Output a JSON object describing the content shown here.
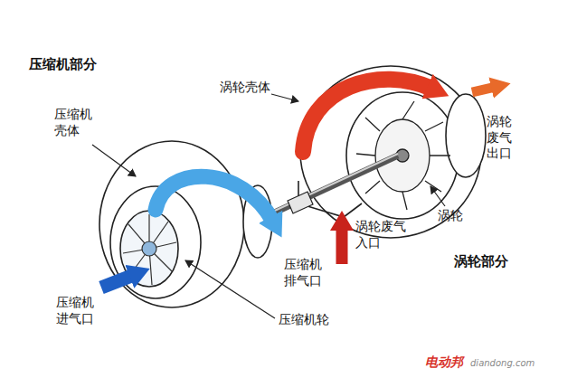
{
  "diagram": {
    "labels": [
      "压缩机部分",
      "涡轮壳体",
      "压缩机 壳体",
      "涡轮 废气 出口",
      "涡轮",
      "涡轮废气 入口",
      "涡轮部分",
      "压缩机 排气口",
      "压缩机 进气口",
      "压缩机轮",
      "电动邦",
      "diandong.com"
    ]
  }
}
